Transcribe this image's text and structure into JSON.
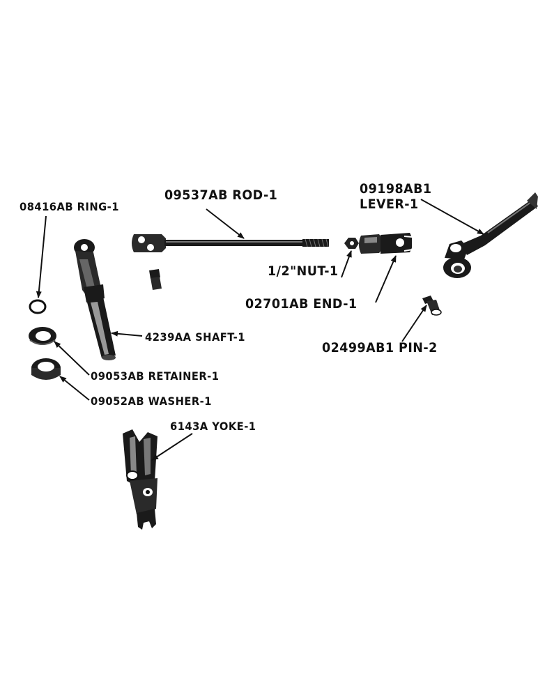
{
  "labels": {
    "ring": "08416AB RING-1",
    "rod": "09537AB ROD-1",
    "lever_line1": "09198AB1",
    "lever_line2": "LEVER-1",
    "nut": "1/2\"NUT-1",
    "end": "02701AB END-1",
    "shaft": "4239AA SHAFT-1",
    "pin": "02499AB1 PIN-2",
    "retainer": "09053AB RETAINER-1",
    "washer": "09052AB WASHER-1",
    "yoke": "6143A YOKE-1"
  },
  "colors": {
    "ink": "#111111",
    "paper": "#ffffff"
  }
}
